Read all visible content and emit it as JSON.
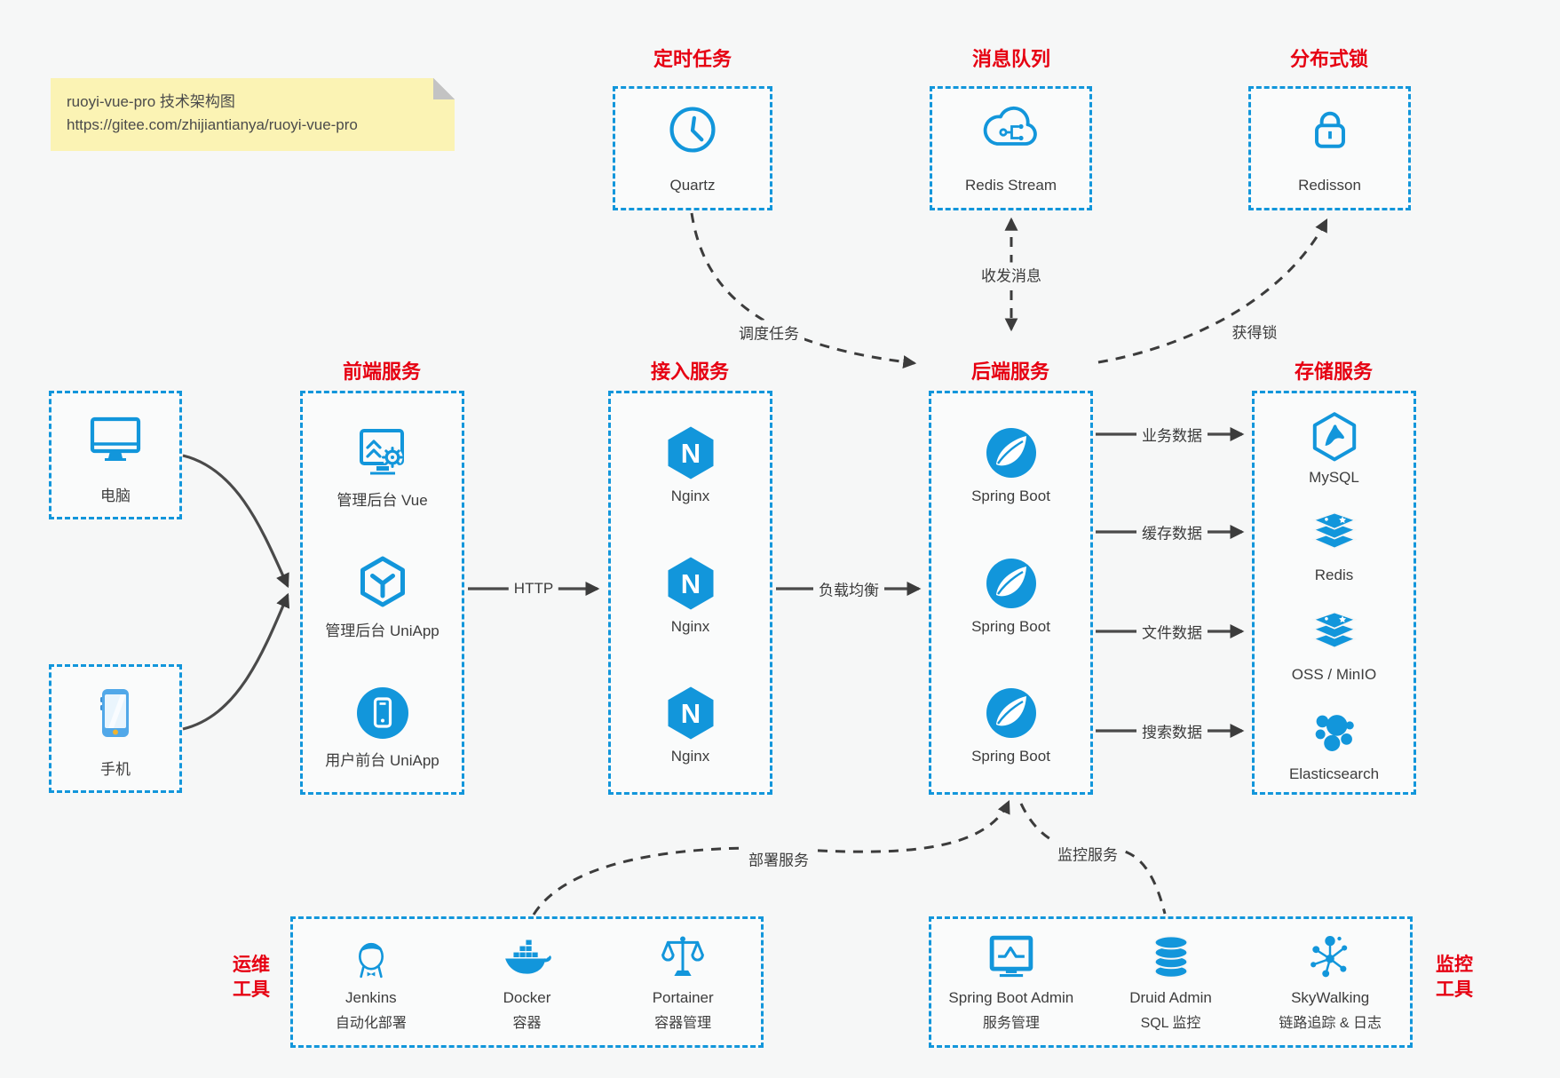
{
  "note": {
    "line1": "ruoyi-vue-pro 技术架构图",
    "line2": "https://gitee.com/zhijiantianya/ruoyi-vue-pro"
  },
  "colors": {
    "accent_blue": "#1296db",
    "title_red": "#e60012",
    "arrow_gray": "#3c3c3c",
    "note_yellow": "#fbf3b4",
    "background": "#f6f7f7"
  },
  "icons": {
    "nginx_letter": "N"
  },
  "top_groups": [
    {
      "title": "定时任务",
      "items": [
        {
          "icon": "clock-icon",
          "label": "Quartz"
        }
      ]
    },
    {
      "title": "消息队列",
      "items": [
        {
          "icon": "cloud-stream-icon",
          "label": "Redis Stream"
        }
      ]
    },
    {
      "title": "分布式锁",
      "items": [
        {
          "icon": "lock-icon",
          "label": "Redisson"
        }
      ]
    }
  ],
  "clients": [
    {
      "icon": "desktop-icon",
      "label": "电脑"
    },
    {
      "icon": "phone-icon",
      "label": "手机"
    }
  ],
  "columns": [
    {
      "title": "前端服务",
      "items": [
        {
          "icon": "admin-vue-icon",
          "label": "管理后台 Vue"
        },
        {
          "icon": "uniapp-icon",
          "label": "管理后台 UniApp"
        },
        {
          "icon": "user-app-icon",
          "label": "用户前台 UniApp"
        }
      ]
    },
    {
      "title": "接入服务",
      "items": [
        {
          "icon": "nginx-icon",
          "label": "Nginx"
        },
        {
          "icon": "nginx-icon",
          "label": "Nginx"
        },
        {
          "icon": "nginx-icon",
          "label": "Nginx"
        }
      ]
    },
    {
      "title": "后端服务",
      "items": [
        {
          "icon": "spring-icon",
          "label": "Spring Boot"
        },
        {
          "icon": "spring-icon",
          "label": "Spring Boot"
        },
        {
          "icon": "spring-icon",
          "label": "Spring Boot"
        }
      ]
    },
    {
      "title": "存储服务",
      "items": [
        {
          "icon": "mysql-icon",
          "label": "MySQL"
        },
        {
          "icon": "redis-icon",
          "label": "Redis"
        },
        {
          "icon": "oss-icon",
          "label": "OSS / MinIO"
        },
        {
          "icon": "elasticsearch-icon",
          "label": "Elasticsearch"
        }
      ]
    }
  ],
  "bottom_groups": [
    {
      "title_lines": [
        "运维",
        "工具"
      ],
      "items": [
        {
          "icon": "jenkins-icon",
          "label": "Jenkins",
          "sub": "自动化部署"
        },
        {
          "icon": "docker-icon",
          "label": "Docker",
          "sub": "容器"
        },
        {
          "icon": "portainer-icon",
          "label": "Portainer",
          "sub": "容器管理"
        }
      ]
    },
    {
      "title_lines": [
        "监控",
        "工具"
      ],
      "items": [
        {
          "icon": "spring-boot-admin-icon",
          "label": "Spring Boot Admin",
          "sub": "服务管理"
        },
        {
          "icon": "druid-icon",
          "label": "Druid Admin",
          "sub": "SQL 监控"
        },
        {
          "icon": "skywalking-icon",
          "label": "SkyWalking",
          "sub": "链路追踪 & 日志"
        }
      ]
    }
  ],
  "edges": {
    "http": "HTTP",
    "load_balance": "负载均衡",
    "schedule": "调度任务",
    "message": "收发消息",
    "lock": "获得锁",
    "deploy": "部署服务",
    "monitor": "监控服务",
    "business": "业务数据",
    "cache": "缓存数据",
    "file": "文件数据",
    "search": "搜索数据"
  }
}
